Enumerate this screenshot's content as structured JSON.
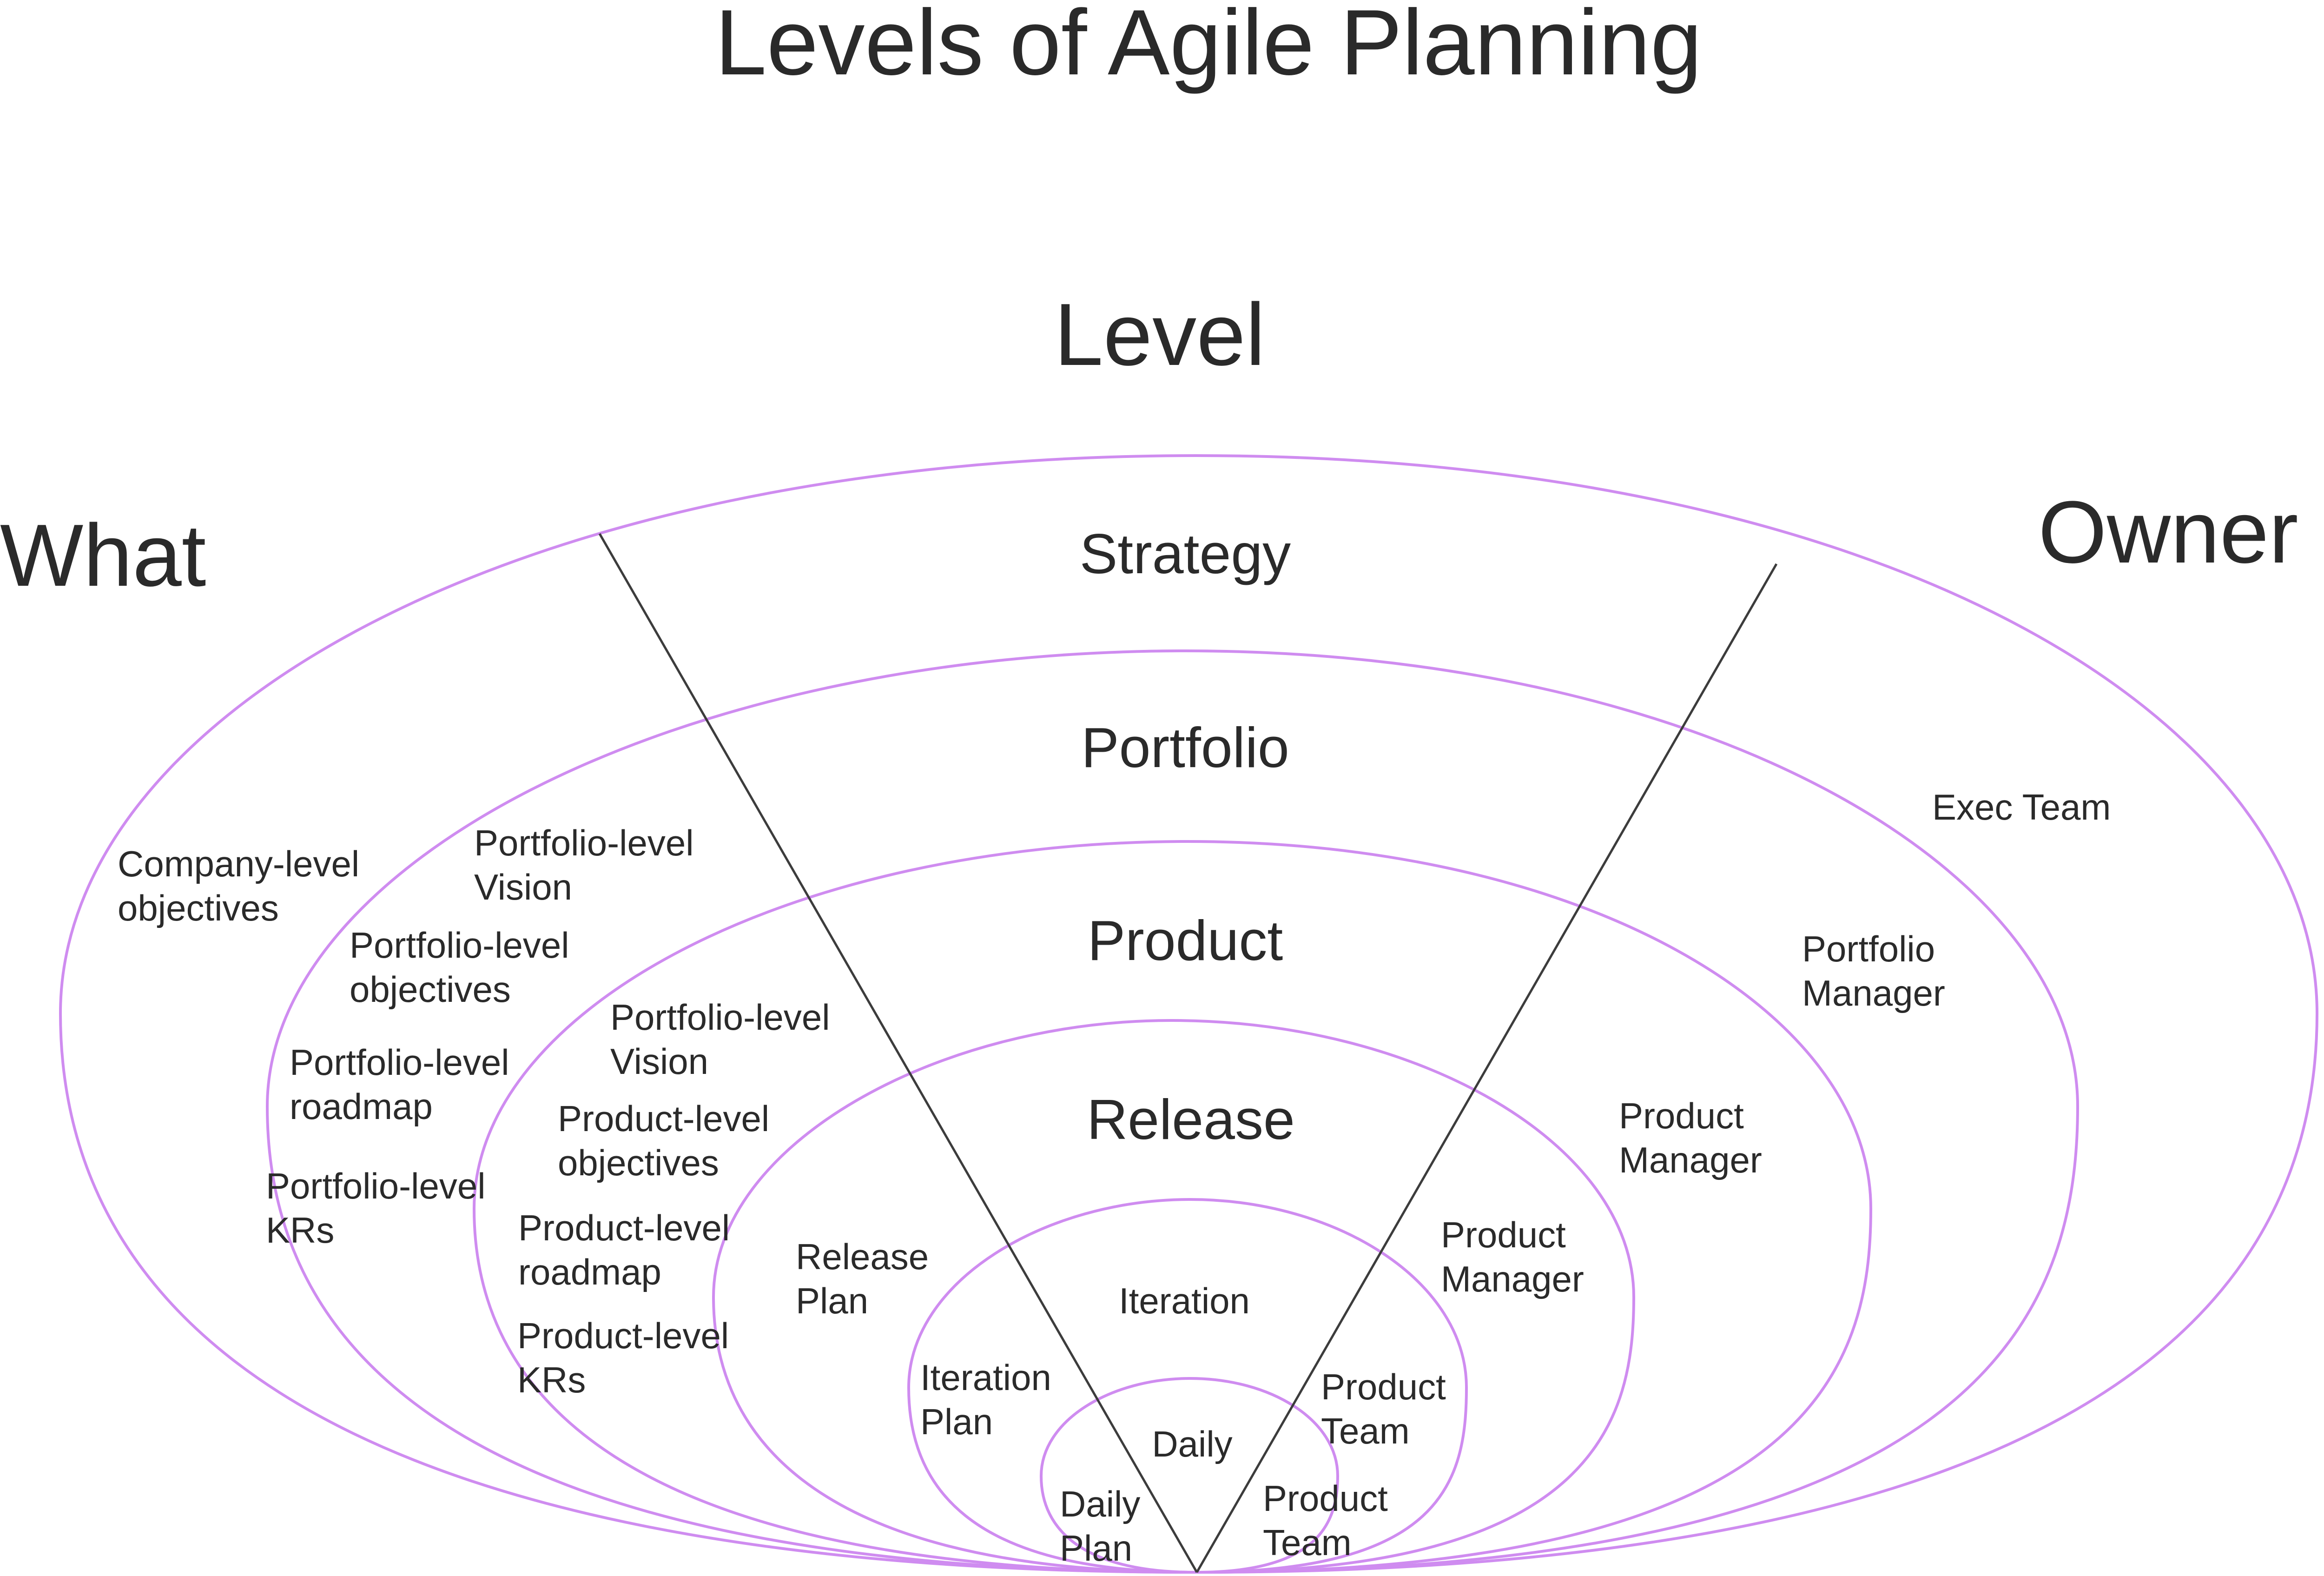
{
  "title": "Levels of Agile Planning",
  "headers": {
    "level": "Level",
    "what": "What",
    "owner": "Owner"
  },
  "colors": {
    "ring": "#cf8cf0",
    "divider": "#3c3c3c",
    "text": "#2a2a2a"
  },
  "levels": [
    {
      "id": "strategy",
      "name": "Strategy",
      "what": [
        "Company-level\nobjectives"
      ],
      "owner": [
        "Exec Team"
      ]
    },
    {
      "id": "portfolio",
      "name": "Portfolio",
      "what": [
        "Portfolio-level\nVision",
        "Portfolio-level\nobjectives",
        "Portfolio-level\nroadmap",
        "Portfolio-level\nKRs"
      ],
      "owner": [
        "Portfolio\nManager"
      ]
    },
    {
      "id": "product",
      "name": "Product",
      "what": [
        "Portfolio-level\nVision",
        "Product-level\nobjectives",
        "Product-level\nroadmap",
        "Product-level\nKRs"
      ],
      "owner": [
        "Product\nManager"
      ]
    },
    {
      "id": "release",
      "name": "Release",
      "what": [
        "Release\nPlan"
      ],
      "owner": [
        "Product\nManager"
      ]
    },
    {
      "id": "iteration",
      "name": "Iteration",
      "what": [
        "Iteration\nPlan"
      ],
      "owner": [
        "Product\nTeam"
      ]
    },
    {
      "id": "daily",
      "name": "Daily",
      "what": [
        "Daily\nPlan"
      ],
      "owner": [
        "Product\nTeam"
      ]
    }
  ]
}
